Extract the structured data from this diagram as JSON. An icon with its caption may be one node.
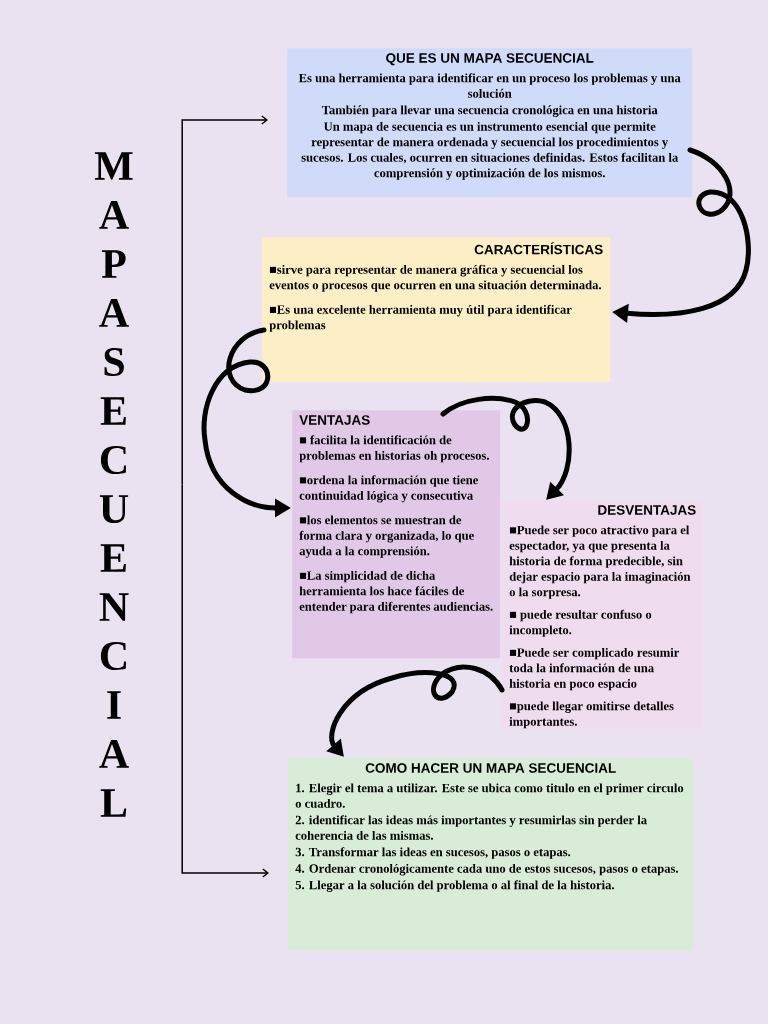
{
  "diagram": {
    "nodes": [
      {
        "text": [
          "MAPA SECUENCIAL"
        ]
      },
      {
        "text": [
          "QUE ES UN MAPA SECUENCIAL",
          "Es una herramienta para identificar en un proceso los problemas y una solución",
          "También para llevar una secuencia cronológica en una historia",
          "Un mapa de secuencia es un instrumento esencial que permite representar de manera ordenada y secuencial los procedimientos y sucesos. Los cuales, ocurren en situaciones definidas. Estos facilitan la comprensión y optimización de los mismos."
        ]
      },
      {
        "text": [
          "CARACTERÍSTICAS",
          "■sirve para representar de manera gráfica y secuencial los eventos o procesos que ocurren en una situación determinada.",
          "■Es una excelente herramienta muy útil para identificar problemas"
        ]
      },
      {
        "text": [
          "VENTAJAS",
          "■ facilita la identificación de problemas en historias oh procesos.",
          "■ordena la información que tiene continuidad lógica y consecutiva",
          "■los elementos se muestran de forma clara y organizada, lo que ayuda a la comprensión.",
          "■La simplicidad de dicha herramienta los hace fáciles de entender para diferentes audiencias."
        ]
      },
      {
        "text": [
          "DESVENTAJAS",
          "■Puede ser poco atractivo para el espectador, ya que presenta la historia de forma predecible, sin dejar espacio para la imaginación o la sorpresa.",
          "■ puede resultar confuso o incompleto.",
          "■Puede ser complicado resumir toda la información de una historia en poco espacio",
          "■puede llegar omitirse detalles importantes."
        ]
      },
      {
        "text": [
          "COMO HACER UN MAPA SECUENCIAL",
          "1. Elegir el tema a utilizar. Este se ubica como titulo en el primer circulo o cuadro.",
          "2. identificar las ideas más importantes y resumirlas sin perder la coherencia de las mismas.",
          "3. Transformar las ideas en sucesos, pasos o etapas.",
          "4. Ordenar cronológicamente cada uno de estos sucesos, pasos o etapas.",
          "5. Llegar a la solución del problema o al final de la historia."
        ]
      }
    ],
    "edges": [
      {
        "from": 0,
        "to": 1,
        "arrow": "to"
      },
      {
        "from": 0,
        "to": 5,
        "arrow": "to"
      },
      {
        "from": 1,
        "to": 2,
        "arrow": "to"
      },
      {
        "from": 2,
        "to": 3,
        "arrow": "to"
      },
      {
        "from": 3,
        "to": 4,
        "arrow": "to"
      },
      {
        "from": 4,
        "to": 5,
        "arrow": "to"
      }
    ]
  }
}
